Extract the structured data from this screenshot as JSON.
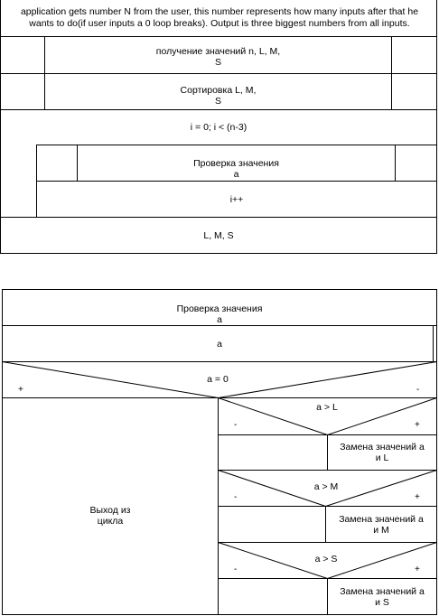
{
  "diagram1": {
    "description": "application gets number N from the user, this number represents how many inputs after that he wants to do(if user inputs a 0 loop breaks). Output is three biggest numbers from all inputs.",
    "input_step": "получение значений n, L, M,\nS",
    "sort_step": "Сортировка L, M,\nS",
    "loop_header": "i = 0; i < (n-3)",
    "check_call": "Проверка значения\na",
    "increment": "i++",
    "output": "L, M, S"
  },
  "diagram2": {
    "title": "Проверка значения\nа",
    "input": "а",
    "condition_zero": {
      "label": "а = 0",
      "true_sign": "+",
      "false_sign": "-",
      "true_action": "Выход из\nцикла"
    },
    "checks": [
      {
        "condition": "a > L",
        "false_sign": "-",
        "true_sign": "+",
        "action": "Замена значений а\nи L"
      },
      {
        "condition": "a > M",
        "false_sign": "-",
        "true_sign": "+",
        "action": "Замена значений а\nи M"
      },
      {
        "condition": "a > S",
        "false_sign": "-",
        "true_sign": "+",
        "action": "Замена значений а\nи S"
      }
    ]
  }
}
